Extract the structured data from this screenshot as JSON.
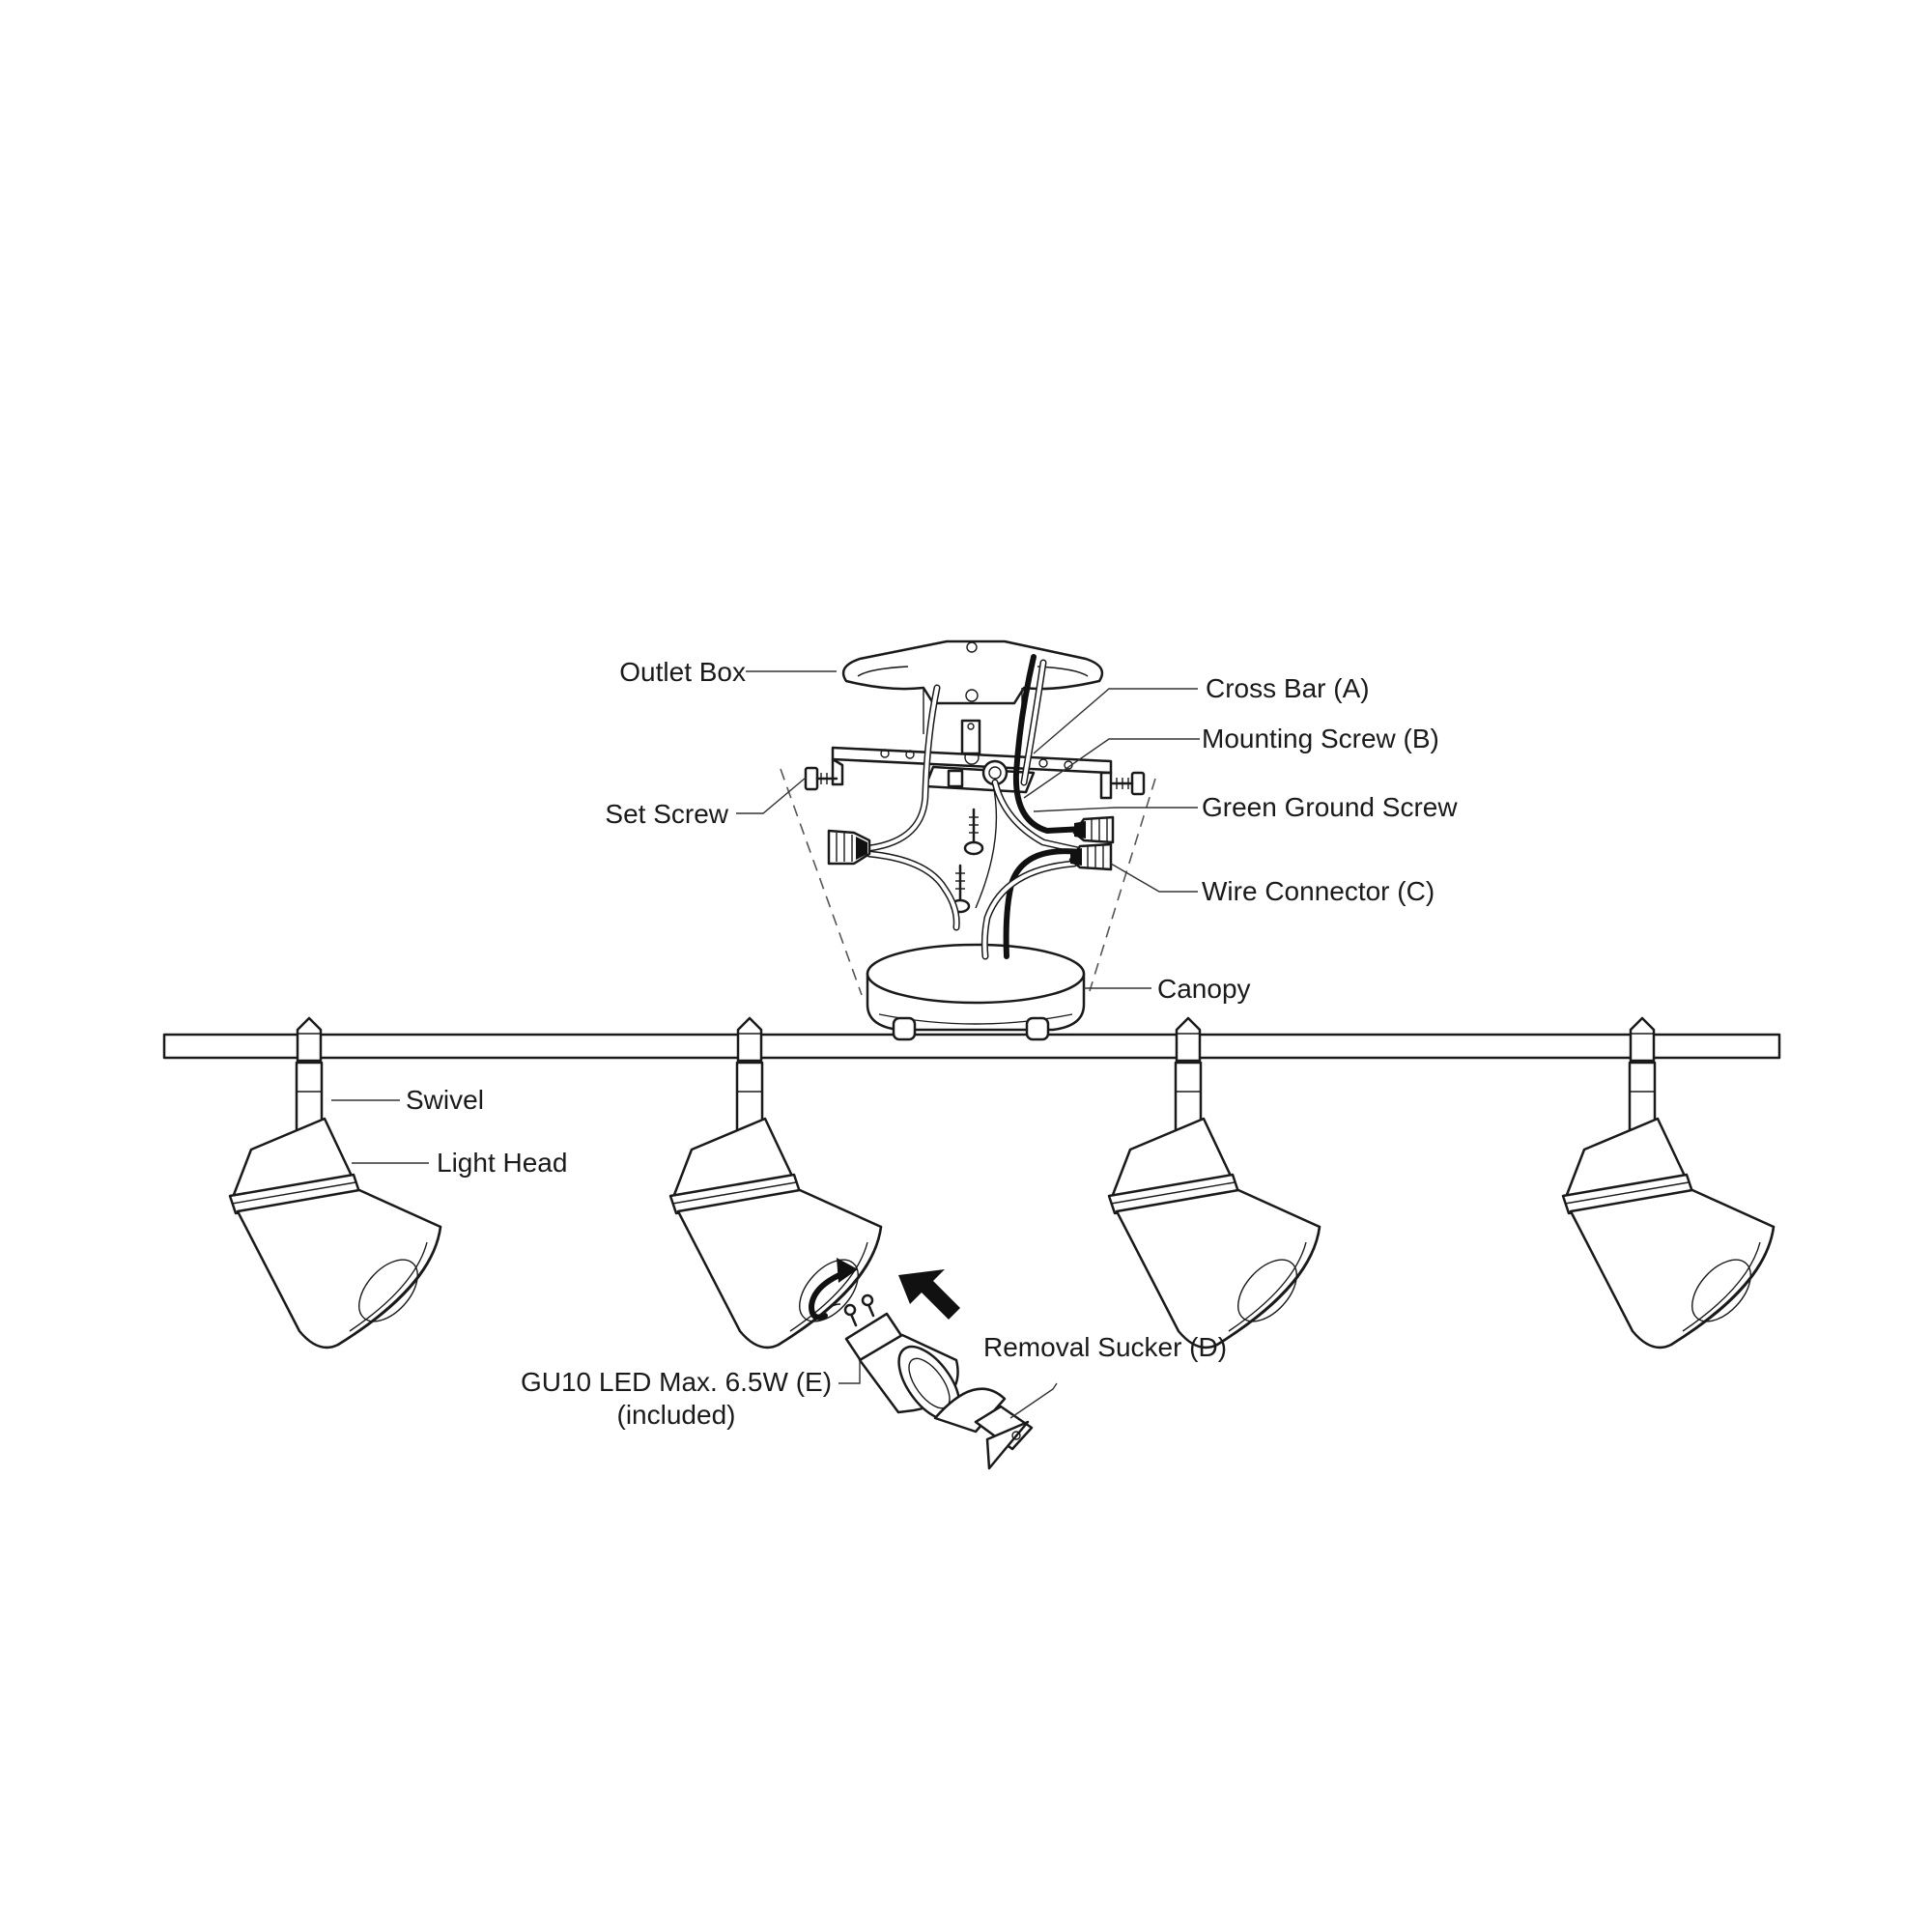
{
  "labels": {
    "outlet_box": "Outlet Box",
    "cross_bar": "Cross Bar (A)",
    "mounting_screw": "Mounting Screw (B)",
    "set_screw": "Set Screw",
    "green_ground_screw": "Green Ground Screw",
    "wire_connector": "Wire Connector (C)",
    "canopy": "Canopy",
    "swivel": "Swivel",
    "light_head": "Light Head",
    "bulb_line1": "GU10 LED Max. 6.5W (E)",
    "bulb_line2": "(included)",
    "removal_sucker": "Removal Sucker (D)"
  },
  "colors": {
    "line": "#1a1a1a",
    "background": "#ffffff",
    "wire_black": "#111111"
  },
  "icons": {
    "rotate_arrow": "rotate-arrow-icon",
    "push_arrow": "push-arrow-icon"
  }
}
